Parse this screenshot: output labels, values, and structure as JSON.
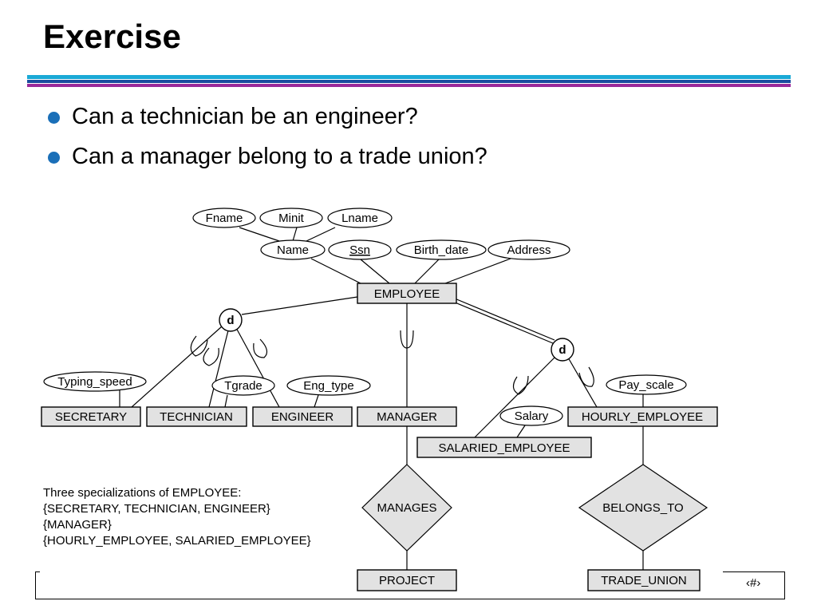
{
  "slide": {
    "title": "Exercise",
    "bullets": [
      "Can a technician be an engineer?",
      "Can a manager belong to a trade union?"
    ],
    "page_number": "‹#›"
  },
  "colors": {
    "rule_cyan": "#1aa9d6",
    "rule_blue": "#1a4d9e",
    "rule_purple": "#9a2a9a",
    "bullet": "#1a6fb8"
  },
  "diagram": {
    "attributes": {
      "fname": "Fname",
      "minit": "Minit",
      "lname": "Lname",
      "name": "Name",
      "ssn": "Ssn",
      "birth_date": "Birth_date",
      "address": "Address",
      "typing_speed": "Typing_speed",
      "tgrade": "Tgrade",
      "eng_type": "Eng_type",
      "salary": "Salary",
      "pay_scale": "Pay_scale"
    },
    "entities": {
      "employee": "EMPLOYEE",
      "secretary": "SECRETARY",
      "technician": "TECHNICIAN",
      "engineer": "ENGINEER",
      "manager": "MANAGER",
      "hourly_employee": "HOURLY_EMPLOYEE",
      "salaried_employee": "SALARIED_EMPLOYEE",
      "project": "PROJECT",
      "trade_union": "TRADE_UNION"
    },
    "relationships": {
      "manages": "MANAGES",
      "belongs_to": "BELONGS_TO"
    },
    "disjoint_marker": "d",
    "note": [
      "Three specializations of EMPLOYEE:",
      "{SECRETARY, TECHNICIAN, ENGINEER}",
      "{MANAGER}",
      "{HOURLY_EMPLOYEE, SALARIED_EMPLOYEE}"
    ]
  }
}
